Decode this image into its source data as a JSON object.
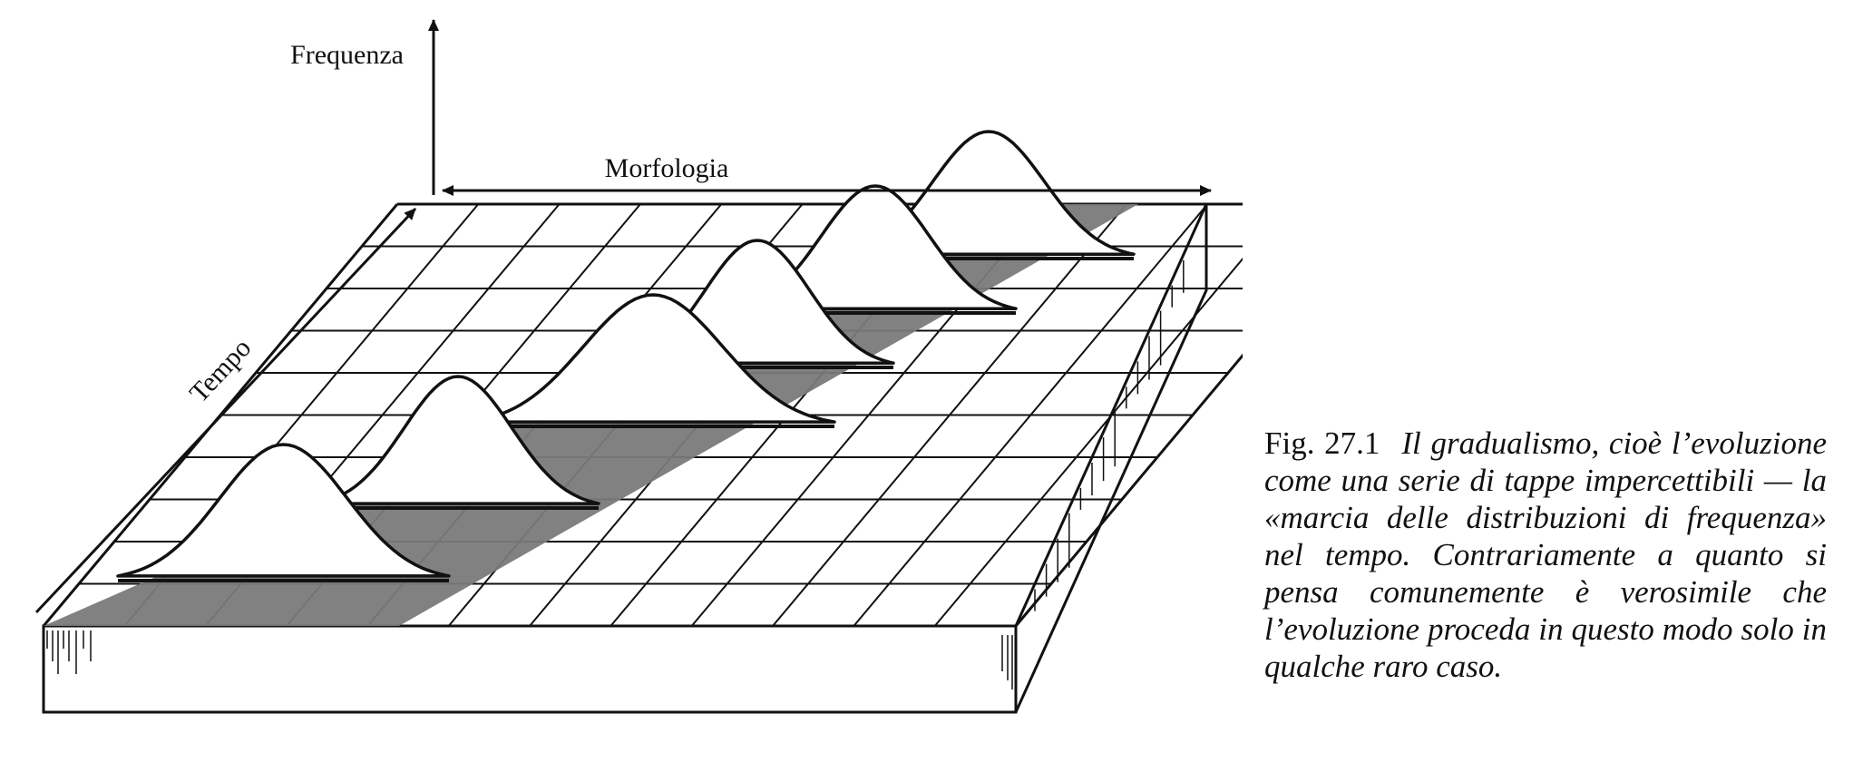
{
  "diagram": {
    "axis_frequency": "Frequenza",
    "axis_morphology": "Morfologia",
    "axis_time": "Tempo"
  },
  "caption": {
    "label": "Fig. 27.1",
    "text": "Il gradualismo, cioè l’evoluzione come una serie di tappe impercettibili — la «marcia delle distribuzioni di frequenza» nel tempo. Contrariamente a quanto si pensa comunemente è verosimile che l’evoluzione proceda in questo modo solo in qualche raro caso."
  },
  "colors": {
    "ink": "#111111",
    "shadow": "#7a7a7a",
    "paper": "#ffffff"
  }
}
